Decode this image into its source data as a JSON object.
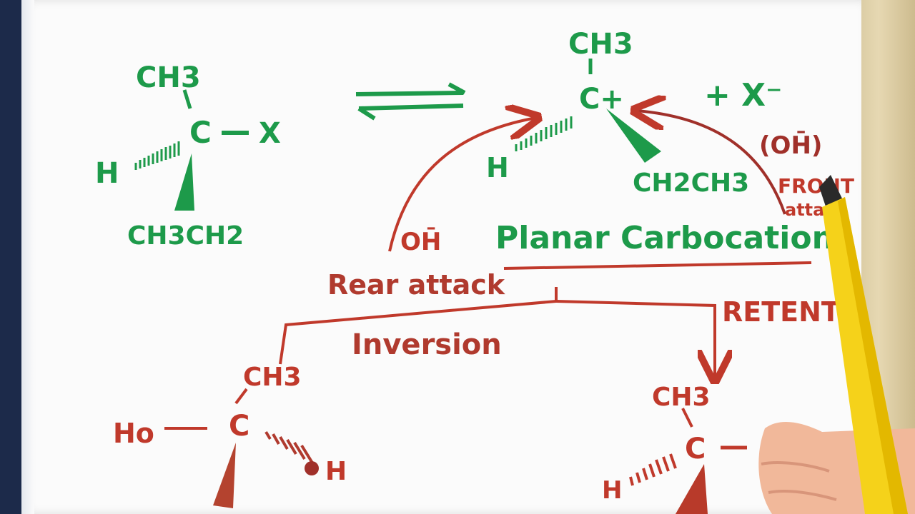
{
  "colors": {
    "green_ink": "#1d9a4a",
    "red_ink": "#c0392b",
    "paper": "#fbfbfb"
  },
  "reactant": {
    "top": "CH3",
    "center": "C",
    "right_bond": "X",
    "left": "H",
    "bottom": "CH3CH2"
  },
  "equilibrium_arrow": "⇌",
  "carbocation": {
    "top": "CH3",
    "center": "C+",
    "left": "H",
    "bottom": "CH2CH3",
    "leaving_group": "+ X⁻"
  },
  "labels": {
    "nucleophile_rear": "OH̄",
    "nucleophile_front": "(OH̄)",
    "front_attack": "FRONT",
    "front_attack_2": "attack",
    "planar": "Planar Carbocation",
    "rear_attack": "Rear attack",
    "inversion": "Inversion",
    "retention": "RETENTI"
  },
  "product_inversion": {
    "top": "CH3",
    "center": "C",
    "left": "Ho",
    "right": "H"
  },
  "product_retention": {
    "top": "CH3",
    "center": "C",
    "left": "H"
  },
  "icons": {
    "pen": "yellow-marker-icon",
    "hand": "hand-icon"
  }
}
